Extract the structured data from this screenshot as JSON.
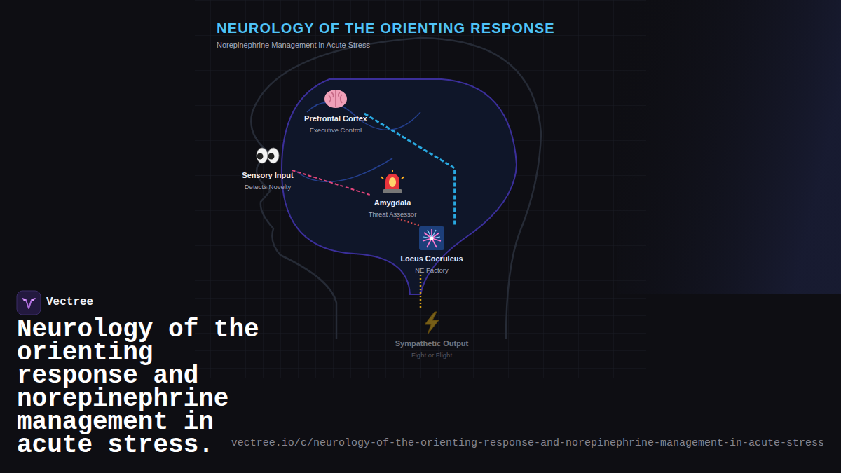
{
  "diagram": {
    "title": "NEUROLOGY OF THE ORIENTING RESPONSE",
    "nodes": [
      {
        "text": [
          "Prefrontal Cortex",
          "Executive Control"
        ]
      },
      {
        "text": [
          "Sensory Input",
          "Detects Novelty"
        ]
      },
      {
        "text": [
          "Amygdala",
          "Threat Assessor"
        ]
      },
      {
        "text": [
          "Locus Coeruleus",
          "NE Factory"
        ]
      },
      {
        "text": [
          "Sympathetic Output",
          "Fight or Flight"
        ]
      }
    ],
    "edges": [
      {
        "from": 0,
        "to": 3,
        "arrow": "none"
      },
      {
        "from": 1,
        "to": 2,
        "arrow": "none"
      },
      {
        "from": 2,
        "to": 3,
        "arrow": "none"
      },
      {
        "from": 3,
        "to": 4,
        "arrow": "none"
      }
    ],
    "labels": [
      "Norepinephrine Management in Acute Stress",
      "Vectree",
      "Neurology of the orienting response and norepinephrine management in acute stress.",
      "vectree.io/c/neurology-of-the-orienting-response-and-norepinephrine-management-in-acute-stress"
    ]
  }
}
